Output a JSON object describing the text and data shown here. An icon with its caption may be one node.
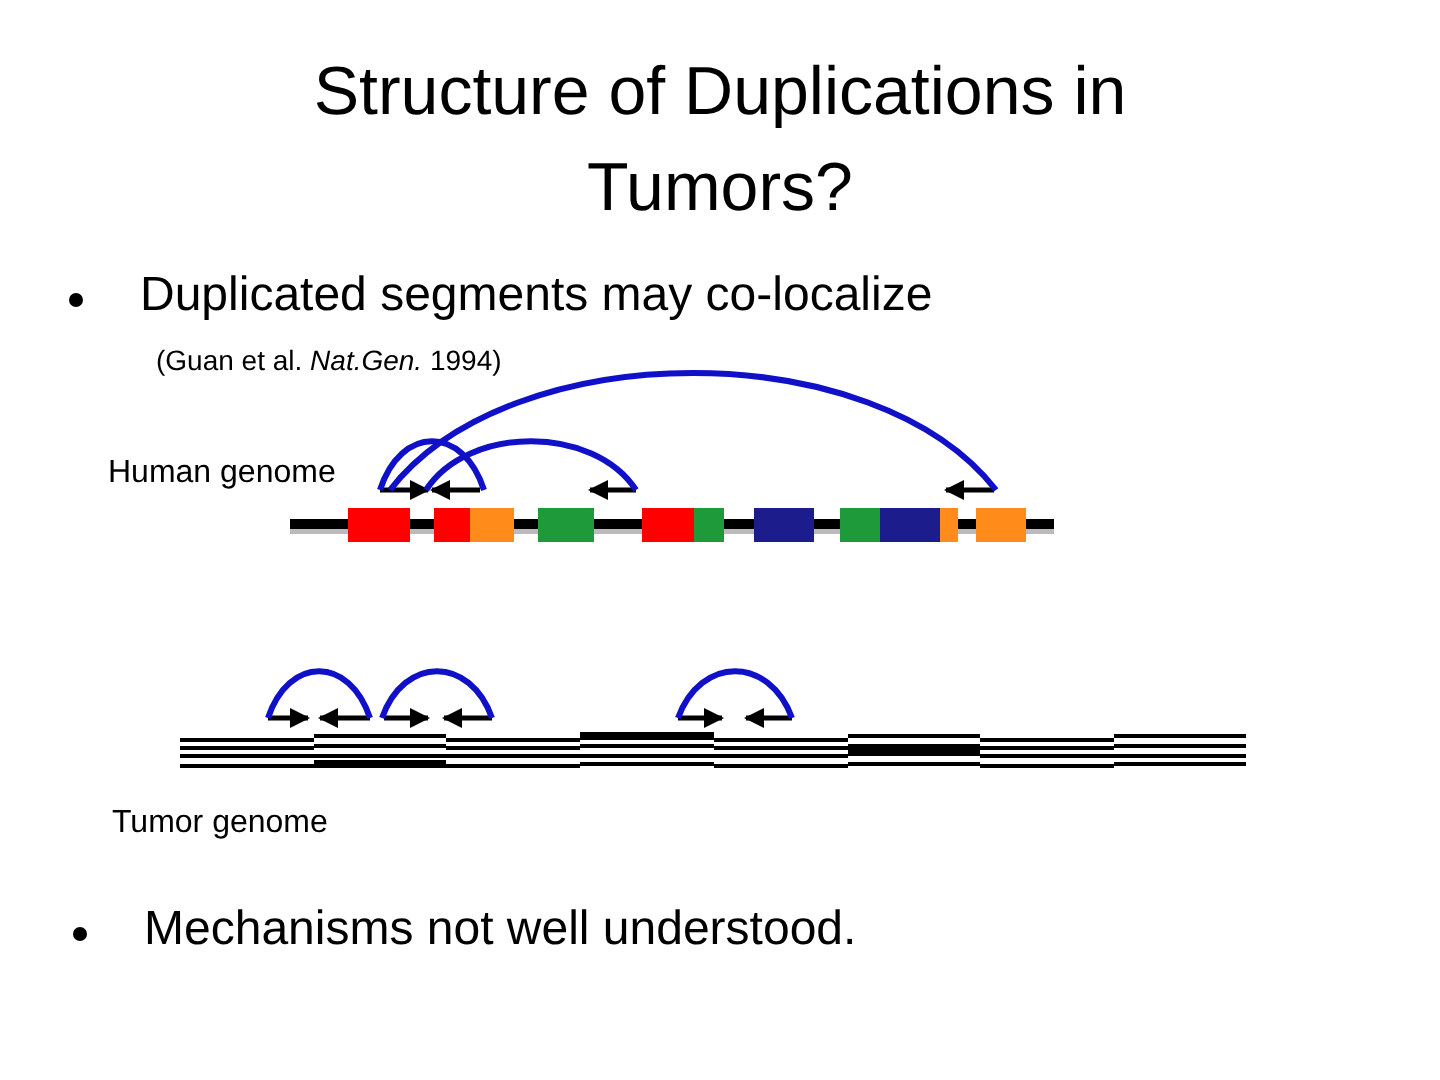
{
  "diagram": {
    "title": "Structure of Duplications in Tumors?",
    "labels": [
      "Duplicated segments may co-localize",
      "(Guan et al. *Nat.Gen.* 1994)",
      "Human genome",
      "Tumor genome",
      "Mechanisms not well understood."
    ]
  }
}
